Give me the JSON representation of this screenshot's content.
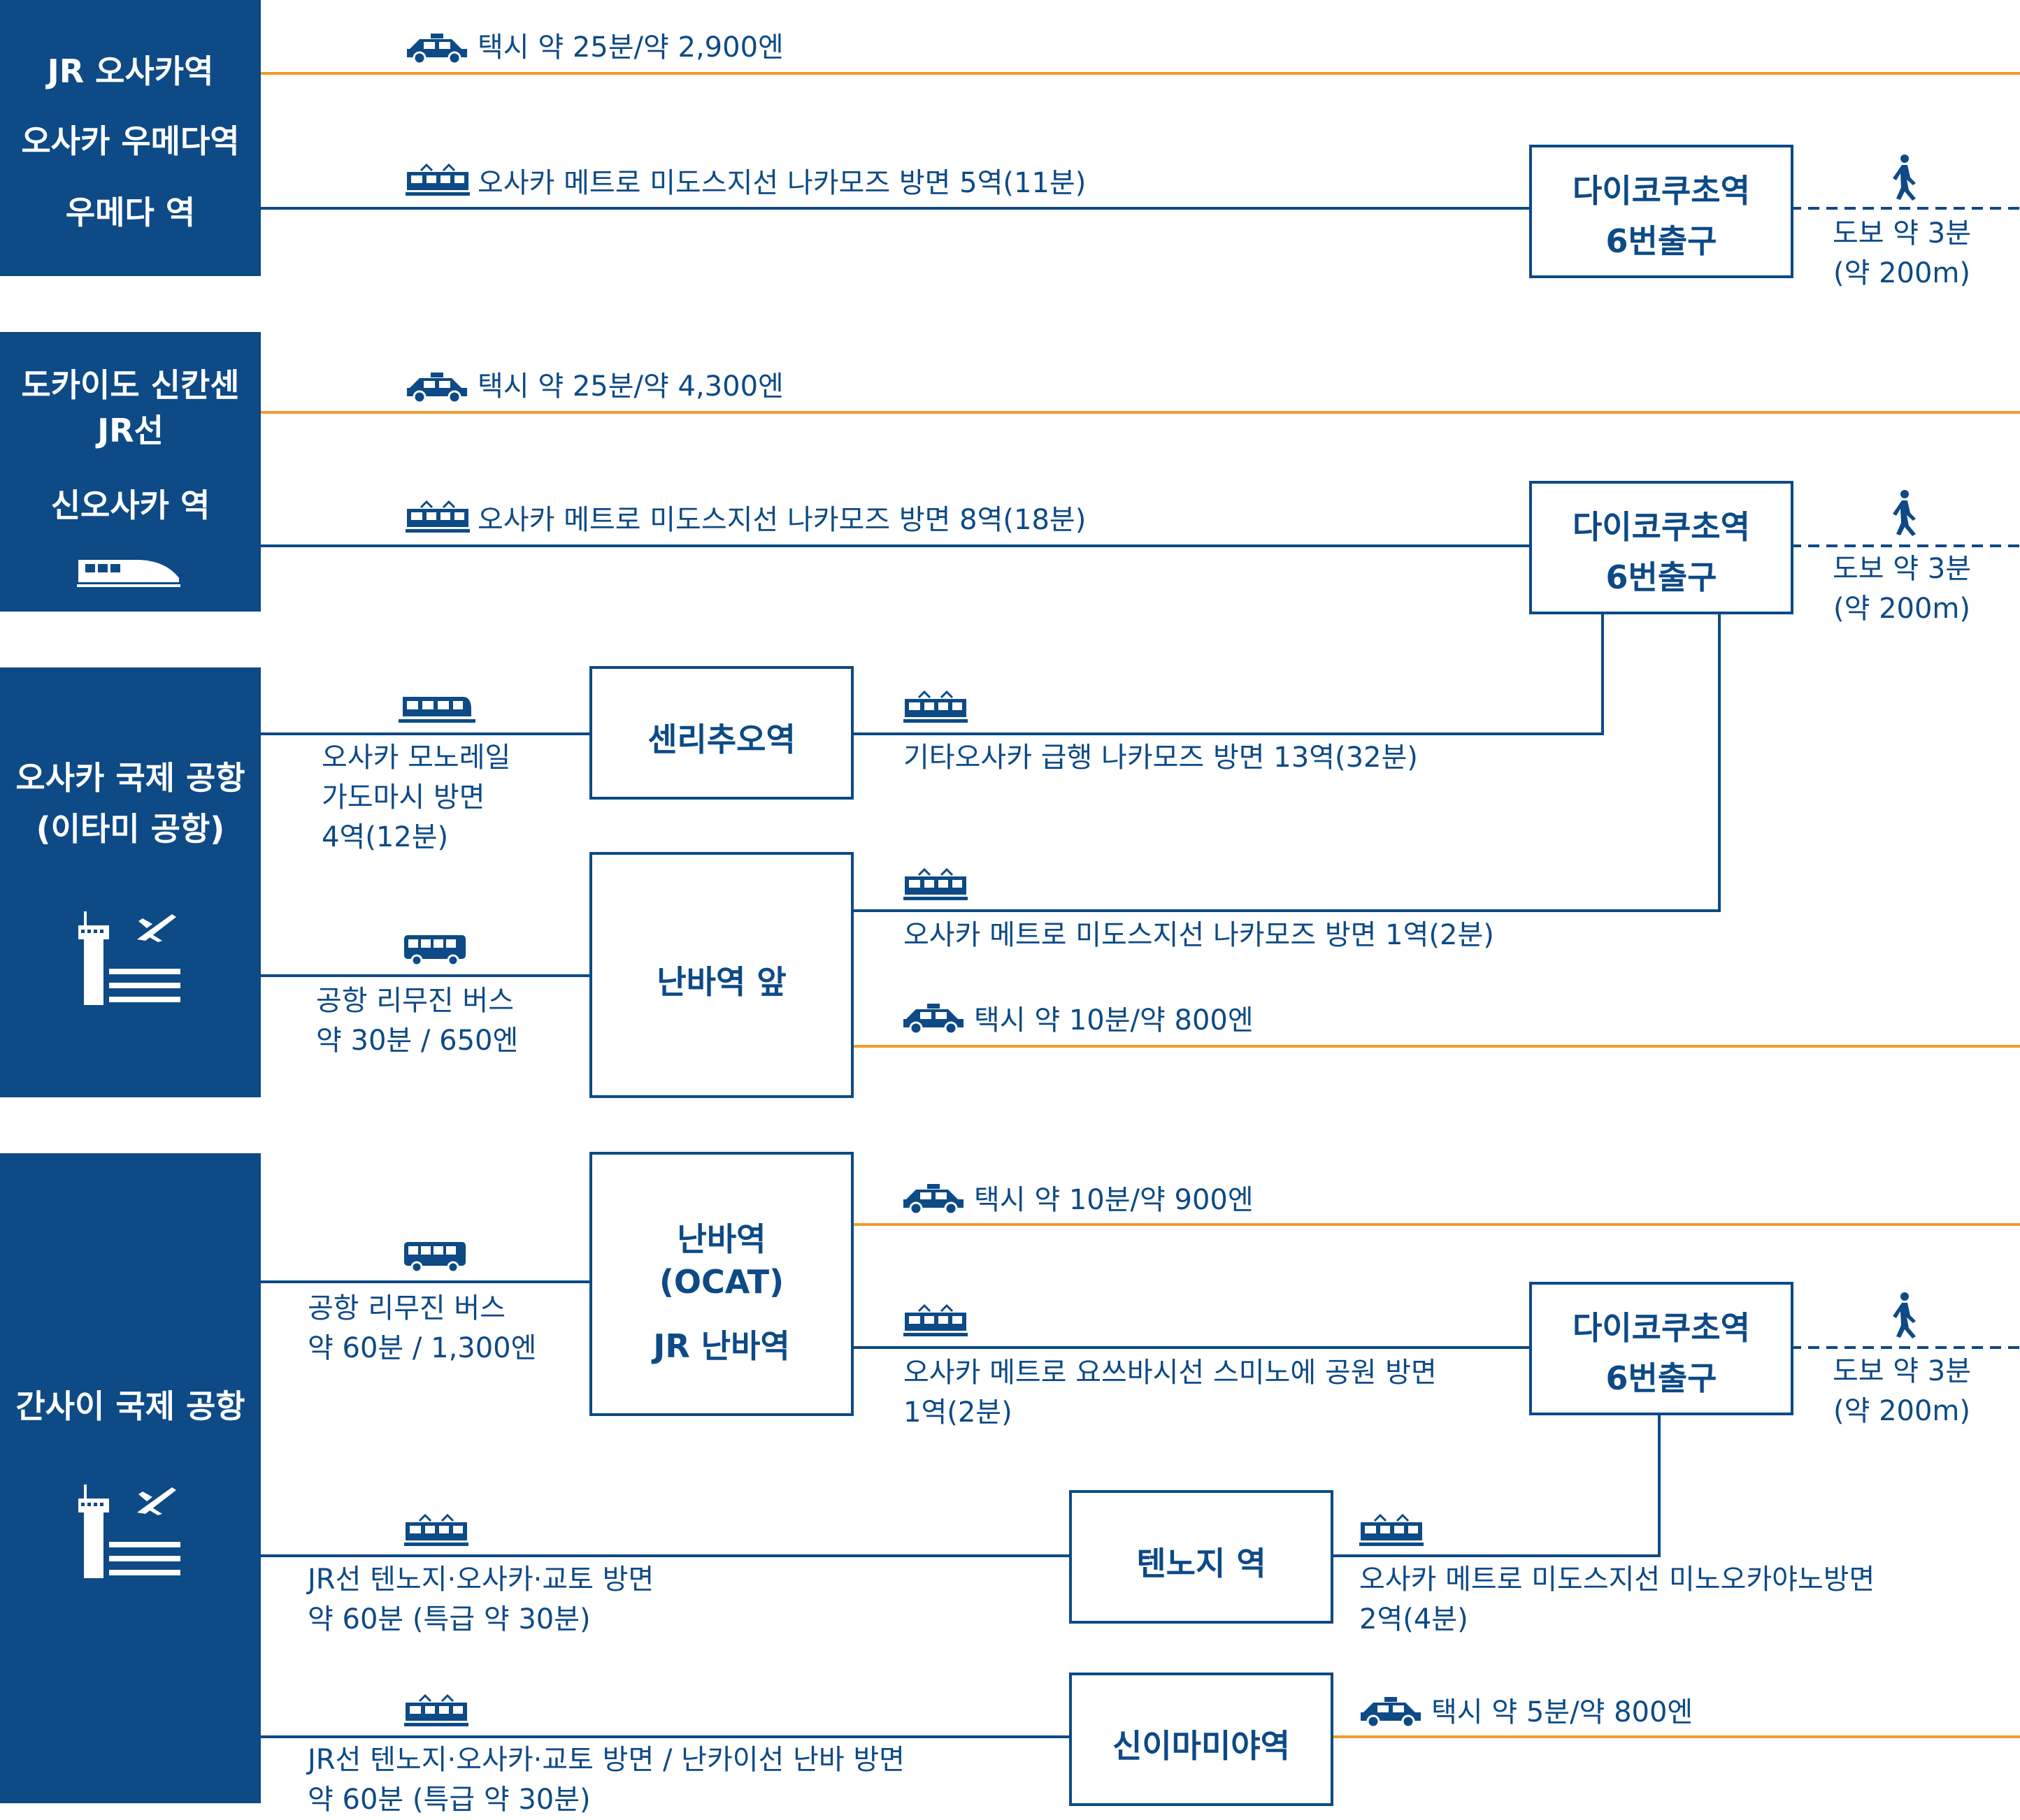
{
  "colors": {
    "primary": "#0d4a86",
    "taxi_line": "#f29a2e",
    "background": "#ffffff"
  },
  "origins": {
    "jr_osaka": {
      "lines": [
        "JR 오사카역",
        "오사카 우메다역",
        "우메다 역"
      ]
    },
    "shin_osaka": {
      "lines": [
        "도카이도 신칸센",
        "JR선",
        "신오사카 역"
      ],
      "icon": "shinkansen-icon"
    },
    "itami": {
      "lines": [
        "오사카 국제 공항",
        "(이타미 공항)"
      ],
      "icon": "airport-icon"
    },
    "kansai": {
      "lines": [
        "간사이 국제 공항"
      ],
      "icon": "airport-icon"
    }
  },
  "stations": {
    "daikokucho_1": {
      "lines": [
        "다이코쿠초역",
        "6번출구"
      ]
    },
    "daikokucho_2": {
      "lines": [
        "다이코쿠초역",
        "6번출구"
      ]
    },
    "daikokucho_3": {
      "lines": [
        "다이코쿠초역",
        "6번출구"
      ]
    },
    "senri_chuo": {
      "lines": [
        "센리추오역"
      ]
    },
    "namba_mae": {
      "lines": [
        "난바역 앞"
      ]
    },
    "namba_ocat": {
      "lines": [
        "난바역",
        "(OCAT)",
        "JR 난바역"
      ]
    },
    "tennoji": {
      "lines": [
        "텐노지 역"
      ]
    },
    "shin_imamiya": {
      "lines": [
        "신이마미야역"
      ]
    }
  },
  "routes": {
    "r1": {
      "icon": "taxi-icon",
      "label": "택시   약 25분/약 2,900엔"
    },
    "r2": {
      "icon": "train-icon",
      "label": "오사카 메트로 미도스지선  나카모즈 방면  5역(11분)"
    },
    "r3": {
      "icon": "taxi-icon",
      "label": "택시   약 25분/약 4,300엔"
    },
    "r4": {
      "icon": "train-icon",
      "label": "오사카 메트로 미도스지선  나카모즈 방면  8역(18분)"
    },
    "r5": {
      "icon": "monorail-icon",
      "lines": [
        "오사카 모노레일",
        "가도마시 방면",
        "4역(12분)"
      ]
    },
    "r6": {
      "icon": "train-icon",
      "label": "기타오사카 급행  나카모즈 방면    13역(32분)"
    },
    "r7": {
      "icon": "bus-icon",
      "lines": [
        "공항 리무진 버스",
        "약 30분 / 650엔"
      ]
    },
    "r8": {
      "icon": "train-icon",
      "label": "오사카 메트로 미도스지선    나카모즈 방면  1역(2분)"
    },
    "r9": {
      "icon": "taxi-icon",
      "label": "택시   약 10분/약 800엔"
    },
    "r10": {
      "icon": "taxi-icon",
      "label": "택시   약 10분/약 900엔"
    },
    "r11": {
      "icon": "bus-icon",
      "lines": [
        "공항 리무진 버스",
        "약 60분 / 1,300엔"
      ]
    },
    "r12": {
      "icon": "train-icon",
      "lines": [
        "오사카 메트로 요쓰바시선  스미노에 공원 방면",
        "1역(2분)"
      ]
    },
    "r13": {
      "icon": "train-icon",
      "lines": [
        "JR선    텐노지·오사카·교토 방면",
        "약 60분 (특급 약 30분)"
      ]
    },
    "r14": {
      "icon": "train-icon",
      "lines": [
        "오사카 메트로 미도스지선    미노오카야노방면",
        "2역(4분)"
      ]
    },
    "r15": {
      "icon": "taxi-icon",
      "label": "택시   약 5분/약 800엔"
    },
    "r16": {
      "icon": "train-icon",
      "lines": [
        "JR선    텐노지·오사카·교토 방면 / 난카이선    난바 방면",
        "약 60분 (특급 약 30분)"
      ]
    }
  },
  "walks": {
    "w1": {
      "icon": "walking-person-icon",
      "lines": [
        "도보 약 3분",
        "(약 200m)"
      ]
    },
    "w2": {
      "icon": "walking-person-icon",
      "lines": [
        "도보 약 3분",
        "(약 200m)"
      ]
    },
    "w3": {
      "icon": "walking-person-icon",
      "lines": [
        "도보 약 3분",
        "(약 200m)"
      ]
    }
  }
}
